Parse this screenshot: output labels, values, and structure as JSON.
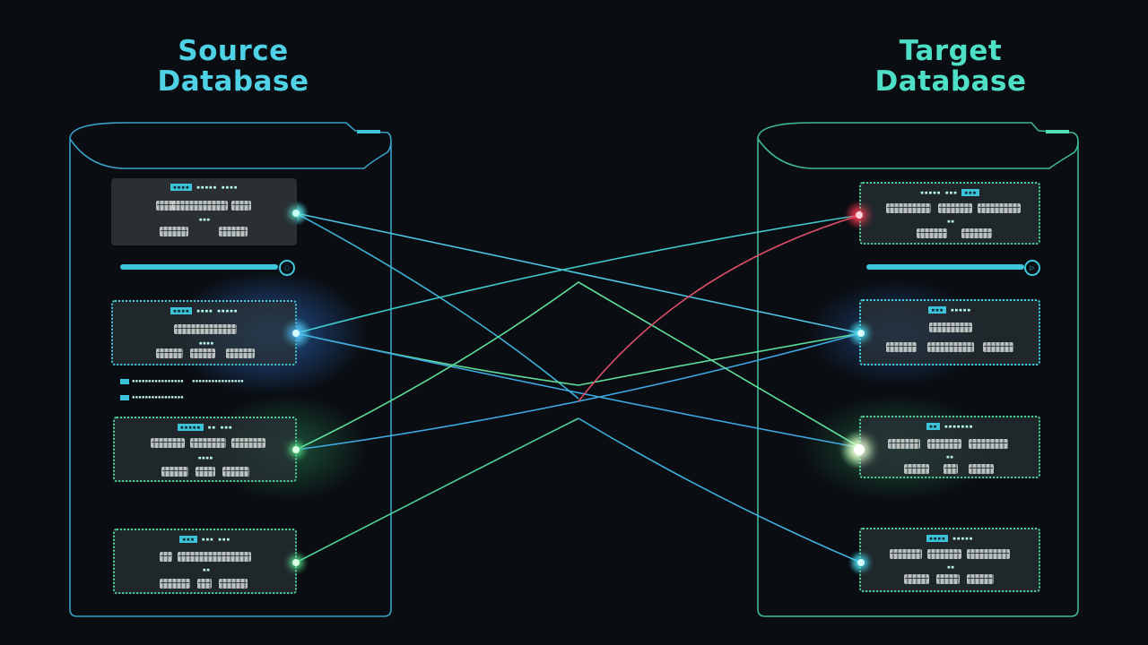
{
  "source": {
    "title_line1": "Source",
    "title_line2": "Database",
    "color": "#4fd1e6",
    "cylinder_color": "#3a9fc6",
    "cards": [
      {
        "id": "s1",
        "head_hl": "▪▪▪▪",
        "head_text": "▪▪▪▪▪ ▪▪▪▪",
        "mid": "▪▪▪",
        "glow": "#5ee8d8",
        "style": "solid"
      },
      {
        "id": "s2",
        "head_hl": "▪▪▪▪",
        "head_text": "▪▪▪▪ ▪▪▪▪▪",
        "mid": "▪▪▪▪",
        "glow": "#4ab8ff",
        "style": "dotted"
      },
      {
        "id": "s3",
        "head_hl": "▪▪▪▪▪",
        "head_text": "▪▪ ▪▪▪",
        "mid": "▪▪▪▪",
        "glow": "#5be38e",
        "style": "dotted"
      },
      {
        "id": "s4",
        "head_hl": "▪▪▪",
        "head_text": "▪▪▪ ▪▪▪",
        "mid": "▪▪",
        "glow": "#5be38e",
        "style": "dotted"
      }
    ],
    "slider": {
      "icon": "play-icon",
      "glyph": "◌"
    },
    "legend": [
      {
        "text": "▪▪▪▪▪▪▪▪▪▪▪▪▪▪▪▪"
      },
      {
        "text": "▪▪▪▪▪▪▪▪▪▪▪▪▪▪▪▪"
      },
      {
        "text": "▪▪▪▪▪▪▪▪▪▪▪▪▪▪▪▪"
      }
    ]
  },
  "target": {
    "title_line1": "Target",
    "title_line2": "Database",
    "color": "#4ee0c6",
    "cylinder_color": "#3fb894",
    "cards": [
      {
        "id": "t1",
        "head_hl": "▪▪▪",
        "head_text": "▪▪▪▪▪ ▪▪▪",
        "mid": "▪▪",
        "glow": "#ff4057",
        "style": "dotted"
      },
      {
        "id": "t2",
        "head_hl": "▪▪▪",
        "head_text": "▪▪▪▪▪",
        "mid": "",
        "glow": "#3fd7f0",
        "style": "dotted"
      },
      {
        "id": "t3",
        "head_hl": "▪▪",
        "head_text": "▪▪▪▪▪▪▪",
        "mid": "▪▪",
        "glow": "#e9ffd6",
        "style": "dotted"
      },
      {
        "id": "t4",
        "head_hl": "▪▪▪▪",
        "head_text": "▪▪▪▪▪",
        "mid": "▪▪",
        "glow": "#3fd7f0",
        "style": "dotted"
      }
    ],
    "slider": {
      "icon": "play-icon",
      "glyph": "▷"
    }
  },
  "connections": [
    {
      "from": "s1",
      "to": "t2",
      "color": "#4fc3e0"
    },
    {
      "from": "s1",
      "to": "t1",
      "color": "#5fe3a0"
    },
    {
      "from": "s1",
      "to": "x-mid",
      "color": "#3fb0d6"
    },
    {
      "from": "s2",
      "to": "t1",
      "color": "#3fc7c9"
    },
    {
      "from": "s2",
      "to": "t2",
      "color": "#5fdd9a"
    },
    {
      "from": "s2",
      "to": "t3",
      "color": "#3fa7e0"
    },
    {
      "from": "s3",
      "to": "t2",
      "color": "#3fa7e0"
    },
    {
      "from": "s3",
      "to": "peak",
      "color": "#5fdd9a"
    },
    {
      "from": "s4",
      "to": "x-low",
      "color": "#4fd49a"
    },
    {
      "from": "x-low",
      "to": "t4",
      "color": "#3fb3e0"
    },
    {
      "from": "mid",
      "to": "t1",
      "color": "#e0506a"
    },
    {
      "from": "peak",
      "to": "t3",
      "color": "#5fdd9a"
    }
  ]
}
